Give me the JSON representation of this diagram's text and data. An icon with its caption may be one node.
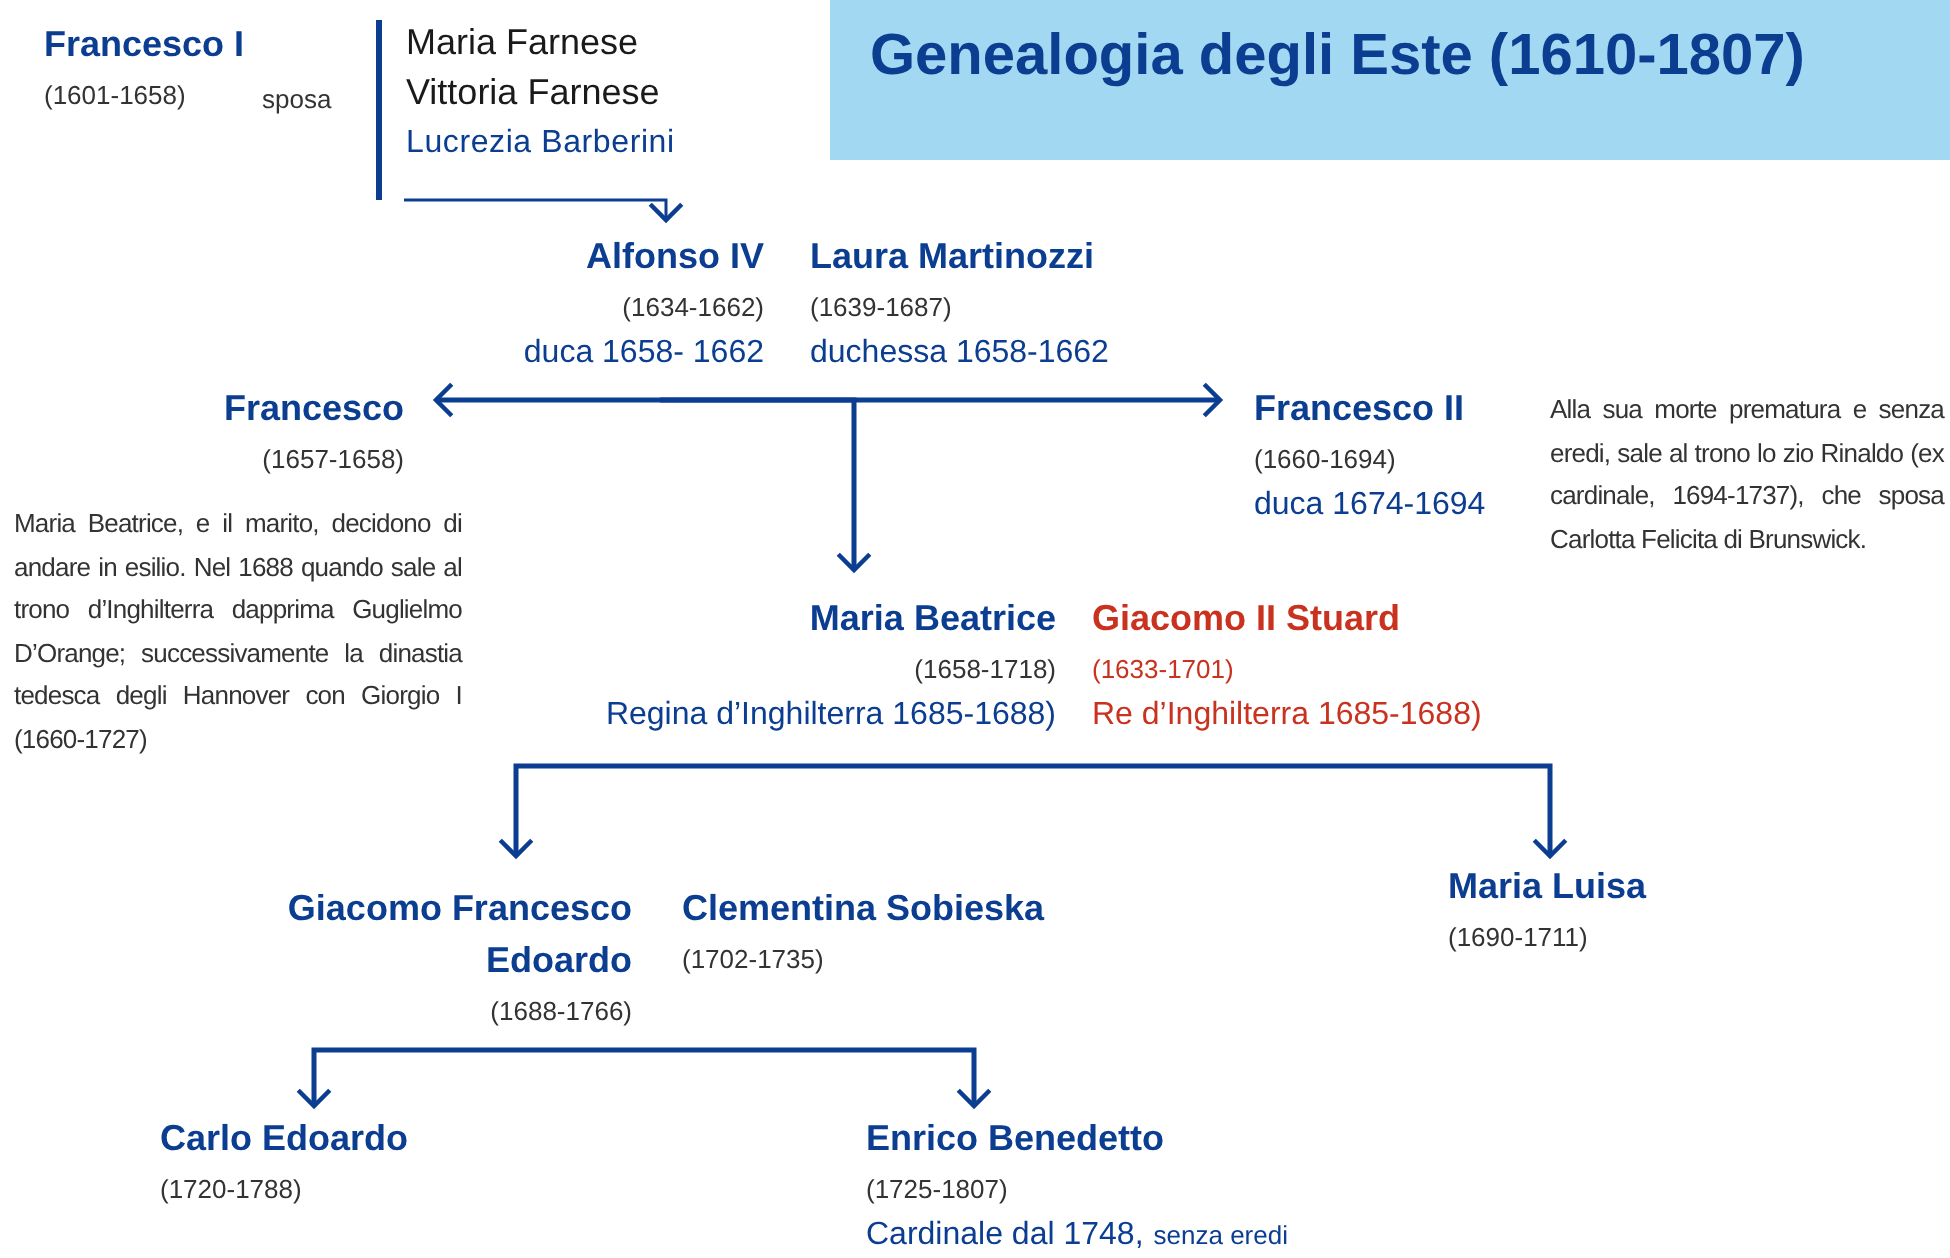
{
  "diagram": {
    "title": "Genealogia degli Este (1610-1807)",
    "nodes": [
      {
        "text": [
          "Francesco I",
          "(1601-1658)"
        ]
      },
      {
        "text": [
          "Maria Farnese",
          "Vittoria Farnese",
          "Lucrezia Barberini"
        ]
      },
      {
        "text": [
          "Alfonso IV",
          "(1634-1662)",
          "duca 1658- 1662"
        ]
      },
      {
        "text": [
          "Laura Martinozzi",
          "(1639-1687)",
          "duchessa 1658-1662"
        ]
      },
      {
        "text": [
          "Francesco",
          "(1657-1658)"
        ]
      },
      {
        "text": [
          "Francesco II",
          "(1660-1694)",
          "duca 1674-1694"
        ]
      },
      {
        "text": [
          "Maria Beatrice",
          "(1658-1718)",
          "Regina d’Inghilterra 1685-1688)"
        ]
      },
      {
        "text": [
          "Giacomo II Stuard",
          "(1633-1701)",
          "Re d’Inghilterra 1685-1688)"
        ]
      },
      {
        "text": [
          "Giacomo Francesco Edoardo",
          "(1688-1766)"
        ]
      },
      {
        "text": [
          "Clementina Sobieska",
          "(1702-1735)"
        ]
      },
      {
        "text": [
          "Maria Luisa",
          "(1690-1711)"
        ]
      },
      {
        "text": [
          "Carlo Edoardo",
          "(1720-1788)"
        ]
      },
      {
        "text": [
          "Enrico Benedetto",
          "(1725-1807)",
          "Cardinale dal 1748,",
          "senza eredi"
        ]
      }
    ],
    "edges": [
      {
        "from": 1,
        "to": 2,
        "arrow": "to"
      },
      {
        "from": 2,
        "to": 4,
        "arrow": "to"
      },
      {
        "from": 2,
        "to": 5,
        "arrow": "to"
      },
      {
        "from": 2,
        "to": 6,
        "arrow": "to"
      },
      {
        "from": 6,
        "to": 8,
        "arrow": "to"
      },
      {
        "from": 6,
        "to": 10,
        "arrow": "to"
      },
      {
        "from": 8,
        "to": 11,
        "arrow": "to"
      },
      {
        "from": 8,
        "to": 12,
        "arrow": "to"
      }
    ],
    "labels": [
      "sposa",
      "Alla sua morte prematura e senza eredi, sale al trono lo zio Rinaldo (ex cardinale, 1694-1737), che sposa Carlotta Felicita di Brunswick.",
      "Maria Beatrice, e il marito, decidono di andare in esilio. Nel 1688 quando sale al trono d’Inghilterra dapprima Guglielmo D’Orange; successivamente la dinastia tedesca degli Hannover con Giorgio I (1660-1727)"
    ]
  }
}
